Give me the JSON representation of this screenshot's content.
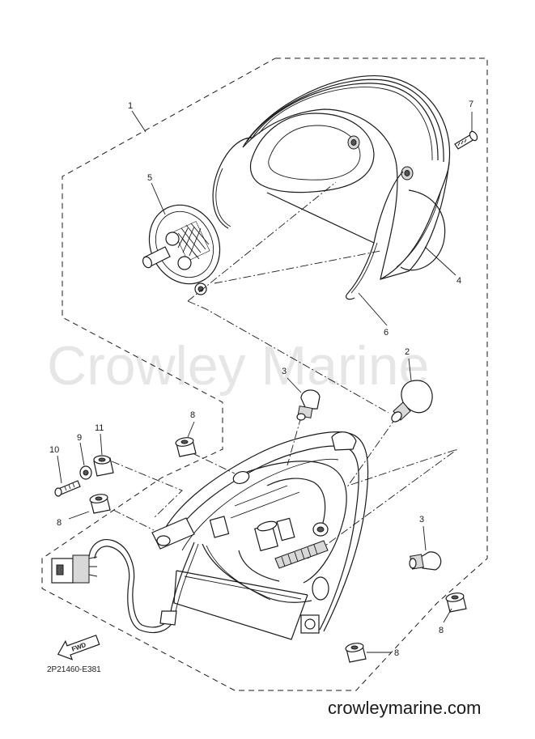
{
  "watermark": "Crowley Marine",
  "diagram_code": "2P21460-E381",
  "fwd_label": "FWD",
  "site_url": "crowleymarine.com",
  "callouts": [
    {
      "id": "c1",
      "label": "1"
    },
    {
      "id": "c2",
      "label": "2"
    },
    {
      "id": "c3a",
      "label": "3"
    },
    {
      "id": "c3b",
      "label": "3"
    },
    {
      "id": "c4",
      "label": "4"
    },
    {
      "id": "c5",
      "label": "5"
    },
    {
      "id": "c6",
      "label": "6"
    },
    {
      "id": "c7",
      "label": "7"
    },
    {
      "id": "c8a",
      "label": "8"
    },
    {
      "id": "c8b",
      "label": "8"
    },
    {
      "id": "c8c",
      "label": "8"
    },
    {
      "id": "c8d",
      "label": "8"
    },
    {
      "id": "c9",
      "label": "9"
    },
    {
      "id": "c10",
      "label": "10"
    },
    {
      "id": "c11",
      "label": "11"
    }
  ]
}
